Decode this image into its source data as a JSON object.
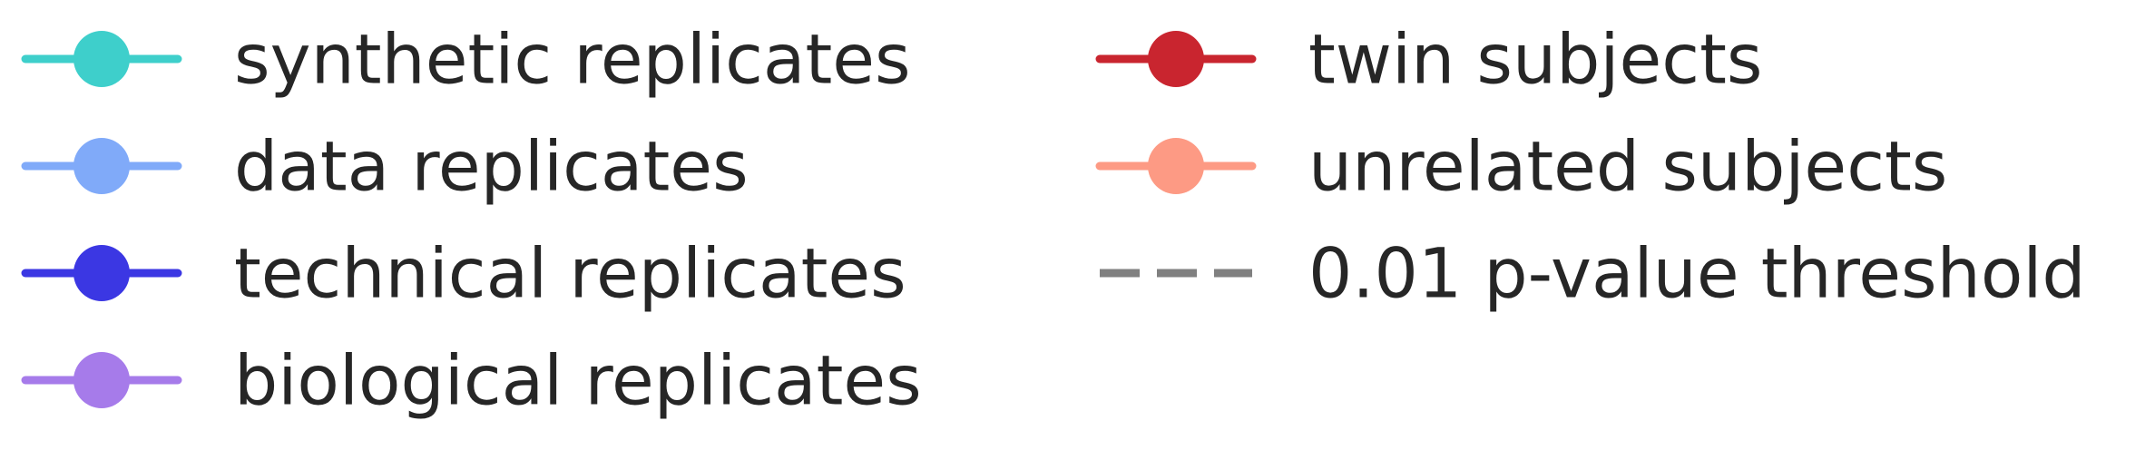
{
  "chart_data": {
    "type": "legend",
    "legend_entries": [
      {
        "label": "synthetic replicates",
        "color": "#3ECFCB",
        "marker": "circle",
        "line": "solid"
      },
      {
        "label": "data replicates",
        "color": "#80AAF9",
        "marker": "circle",
        "line": "solid"
      },
      {
        "label": "technical replicates",
        "color": "#3B37E3",
        "marker": "circle",
        "line": "solid"
      },
      {
        "label": "biological replicates",
        "color": "#A67BEA",
        "marker": "circle",
        "line": "solid"
      },
      {
        "label": "twin subjects",
        "color": "#C9252F",
        "marker": "circle",
        "line": "solid"
      },
      {
        "label": "unrelated subjects",
        "color": "#FD9A84",
        "marker": "circle",
        "line": "solid"
      },
      {
        "label": "0.01 p-value threshold",
        "color": "#808080",
        "marker": "none",
        "line": "dashed"
      }
    ]
  }
}
